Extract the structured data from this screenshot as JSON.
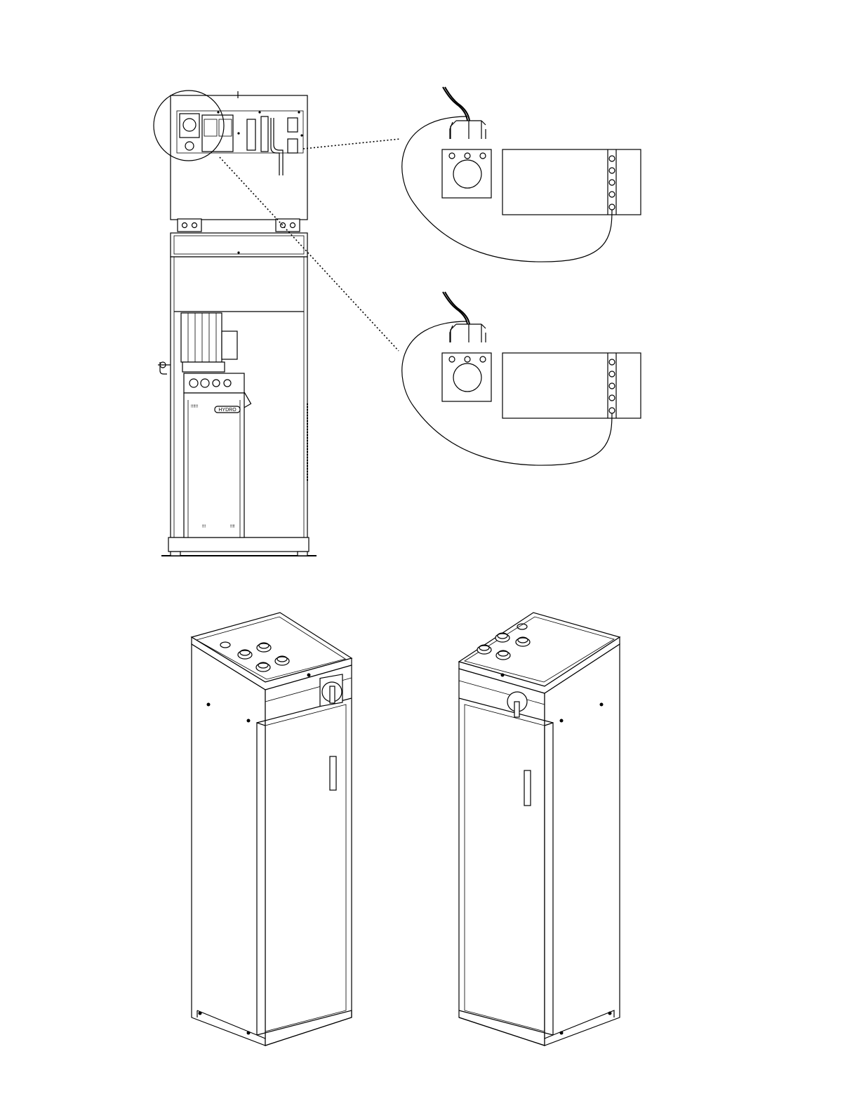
{
  "diagram": {
    "brand_label": "HYDRO",
    "colors": {
      "line": "#000000",
      "background": "#ffffff"
    },
    "connectors": {
      "terminal_rows": 5,
      "socket_pins": 3
    }
  }
}
